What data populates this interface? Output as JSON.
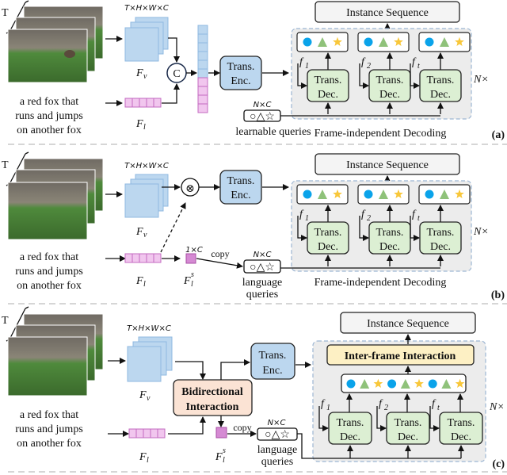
{
  "video_label": "T",
  "caption": [
    "a red fox that",
    "runs and jumps",
    "on another fox"
  ],
  "dims_visual": "T×H×W×C",
  "dims_query": "N×C",
  "dims_sentence": "1×C",
  "F": "F",
  "sub_v": "v",
  "sub_l": "l",
  "sup_s": "s",
  "concat_symbol": "C",
  "multiply_symbol": "⊗",
  "trans": "Trans.",
  "enc": "Enc.",
  "dec": "Dec.",
  "instance_sequence": "Instance Sequence",
  "f": "f",
  "frame_subs": [
    "1",
    "2",
    "t"
  ],
  "repeat": "N×",
  "copy": "copy",
  "query_shapes": "○△☆",
  "learnable_queries": "learnable queries",
  "language_queries": [
    "language",
    "queries"
  ],
  "frame_independent": "Frame-independent Decoding",
  "bidirectional": [
    "Bidirectional",
    "Interaction"
  ],
  "inter_frame": "Inter-frame Interaction",
  "panel_labels": [
    "(a)",
    "(b)",
    "(c)"
  ],
  "colors": {
    "circle": "#0aa3ea",
    "triangle": "#8fc27a",
    "star": "#f8c73a",
    "enc": "#bcd7ef",
    "dec": "#dcefd3",
    "bidirectional": "#fbe3d4",
    "inter_frame": "#fdf0c4"
  }
}
